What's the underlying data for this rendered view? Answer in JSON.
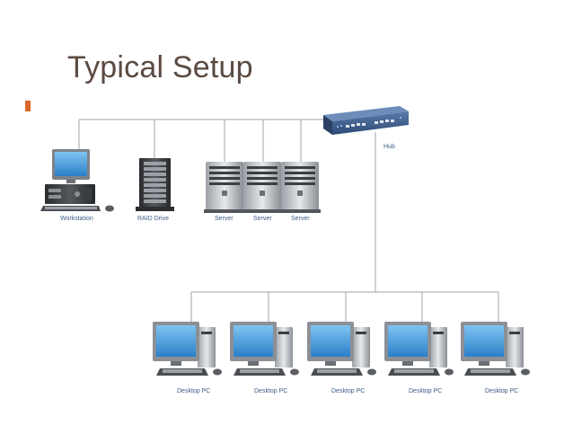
{
  "slide": {
    "title": "Typical Setup"
  },
  "diagram": {
    "nodes": [
      {
        "id": "workstation",
        "label": "Workstation"
      },
      {
        "id": "raid",
        "label": "RAID Drive"
      },
      {
        "id": "server1",
        "label": "Server"
      },
      {
        "id": "server2",
        "label": "Server"
      },
      {
        "id": "server3",
        "label": "Server"
      },
      {
        "id": "hub",
        "label": "Hub"
      },
      {
        "id": "pc1",
        "label": "Desktop PC"
      },
      {
        "id": "pc2",
        "label": "Desktop PC"
      },
      {
        "id": "pc3",
        "label": "Desktop PC"
      },
      {
        "id": "pc4",
        "label": "Desktop PC"
      },
      {
        "id": "pc5",
        "label": "Desktop PC"
      }
    ]
  },
  "colors": {
    "title": "#5a4a41",
    "bullet": "#d9692b",
    "label": "#3b5c86",
    "line": "#9ea3a8",
    "hub": "#3d5a86"
  }
}
